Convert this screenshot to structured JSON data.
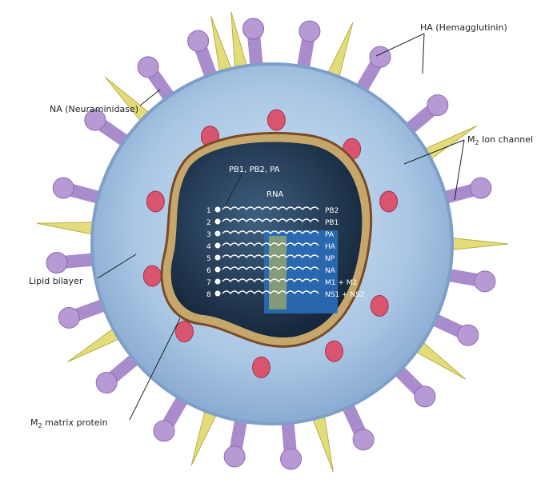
{
  "labels": {
    "ha": "HA (Hemagglutinin)",
    "na": "NA (Neuraminidase)",
    "m2_ion_prefix": "M",
    "m2_ion_sub": "2",
    "m2_ion_suffix": " Ion channel",
    "lipid": "Lipid bilayer",
    "m2_matrix_prefix": "M",
    "m2_matrix_sub": "2",
    "m2_matrix_suffix": " matrix protein",
    "polymerase": "PB1, PB2, PA",
    "rna": "RNA"
  },
  "segments": [
    {
      "num": "1",
      "gene": "PB2"
    },
    {
      "num": "2",
      "gene": "PB1"
    },
    {
      "num": "3",
      "gene": "PA"
    },
    {
      "num": "4",
      "gene": "HA"
    },
    {
      "num": "5",
      "gene": "NP"
    },
    {
      "num": "6",
      "gene": "NA"
    },
    {
      "num": "7",
      "gene": "M1 + M2"
    },
    {
      "num": "8",
      "gene": "NS1 + NS2"
    }
  ],
  "colors": {
    "envelope": "#a9c6e4",
    "ha_spike": "#b79ad4",
    "na_spike": "#e3dc7a",
    "ion_channel": "#d9546f",
    "core": "#1f3550",
    "matrix_ring": "#c6a76b"
  }
}
